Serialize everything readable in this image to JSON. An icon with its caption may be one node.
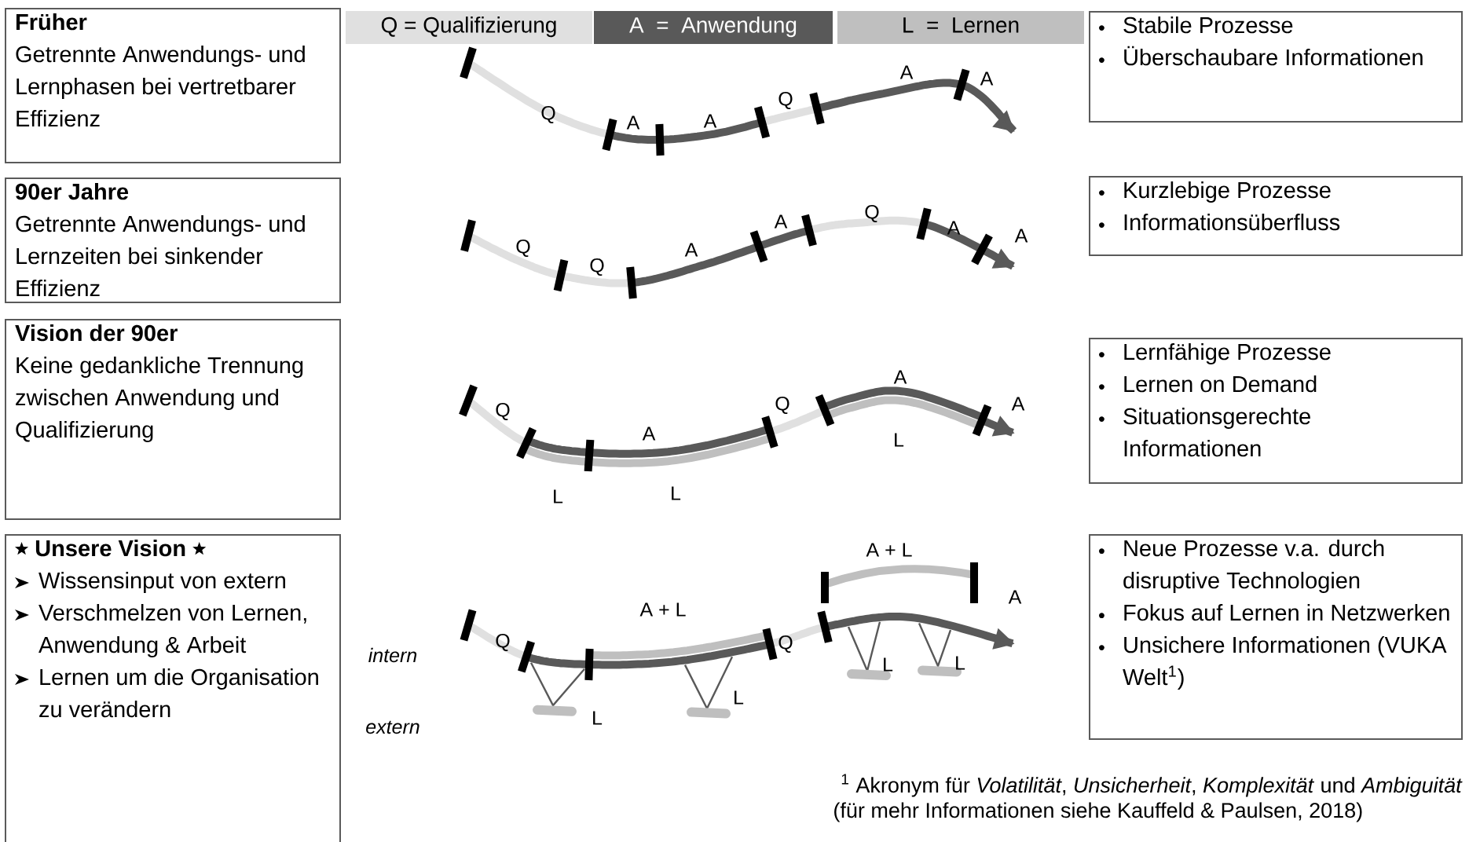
{
  "diagram": {
    "nodes": [
      {
        "text": [
          "Früher",
          "Getrennte Anwendungs- und Lernphasen bei vertretbarer Effizienz"
        ]
      },
      {
        "text": [
          "90er Jahre",
          "Getrennte Anwendungs- und Lernzeiten bei sinkender Effizienz"
        ]
      },
      {
        "text": [
          "Vision der 90er",
          "Keine gedankliche Trennung zwischen Anwendung und Qualifizierung"
        ]
      },
      {
        "text": [
          "Unsere Vision",
          "Wissensinput von extern",
          "Verschmelzen von Lernen, Anwendung & Arbeit",
          "Lernen um die Organisation zu verändern"
        ]
      },
      {
        "text": [
          "Stabile Prozesse",
          "Überschaubare Informationen"
        ]
      },
      {
        "text": [
          "Kurzlebige Prozesse",
          "Informationsüberfluss"
        ]
      },
      {
        "text": [
          "Lernfähige Prozesse",
          "Lernen on Demand",
          "Situationsgerechte Informationen"
        ]
      },
      {
        "text": [
          "Neue Prozesse v.a. durch disruptive Technologien",
          "Fokus auf Lernen in Netzwerken",
          "Unsichere Informationen (VUKA Welt$^{1}$)"
        ]
      }
    ],
    "labels": [
      "Q",
      "A",
      "A",
      "Q",
      "A",
      "A",
      "Q",
      "Q",
      "A",
      "A",
      "Q",
      "A",
      "A",
      "Q",
      "A",
      "L",
      "L",
      "Q",
      "A",
      "L",
      "A",
      "intern",
      "Q",
      "A + L",
      "Q",
      "A + L",
      "A",
      "L",
      "L",
      "extern",
      "L",
      "L",
      "$^{1}$ Akronym für *Volatilität*, *Unsicherheit*, *Komplexität* und *Ambiguität*",
      "(für mehr Informationen siehe Kauffeld & Paulsen, 2018)"
    ],
    "legend": [
      {
        "text": "Q = Qualifizierung",
        "color": "#e0e0e0"
      },
      {
        "text": "A  =  Anwendung",
        "color": "#595959"
      },
      {
        "text": "L  =  Lernen",
        "color": "#bfbfbf"
      }
    ]
  }
}
